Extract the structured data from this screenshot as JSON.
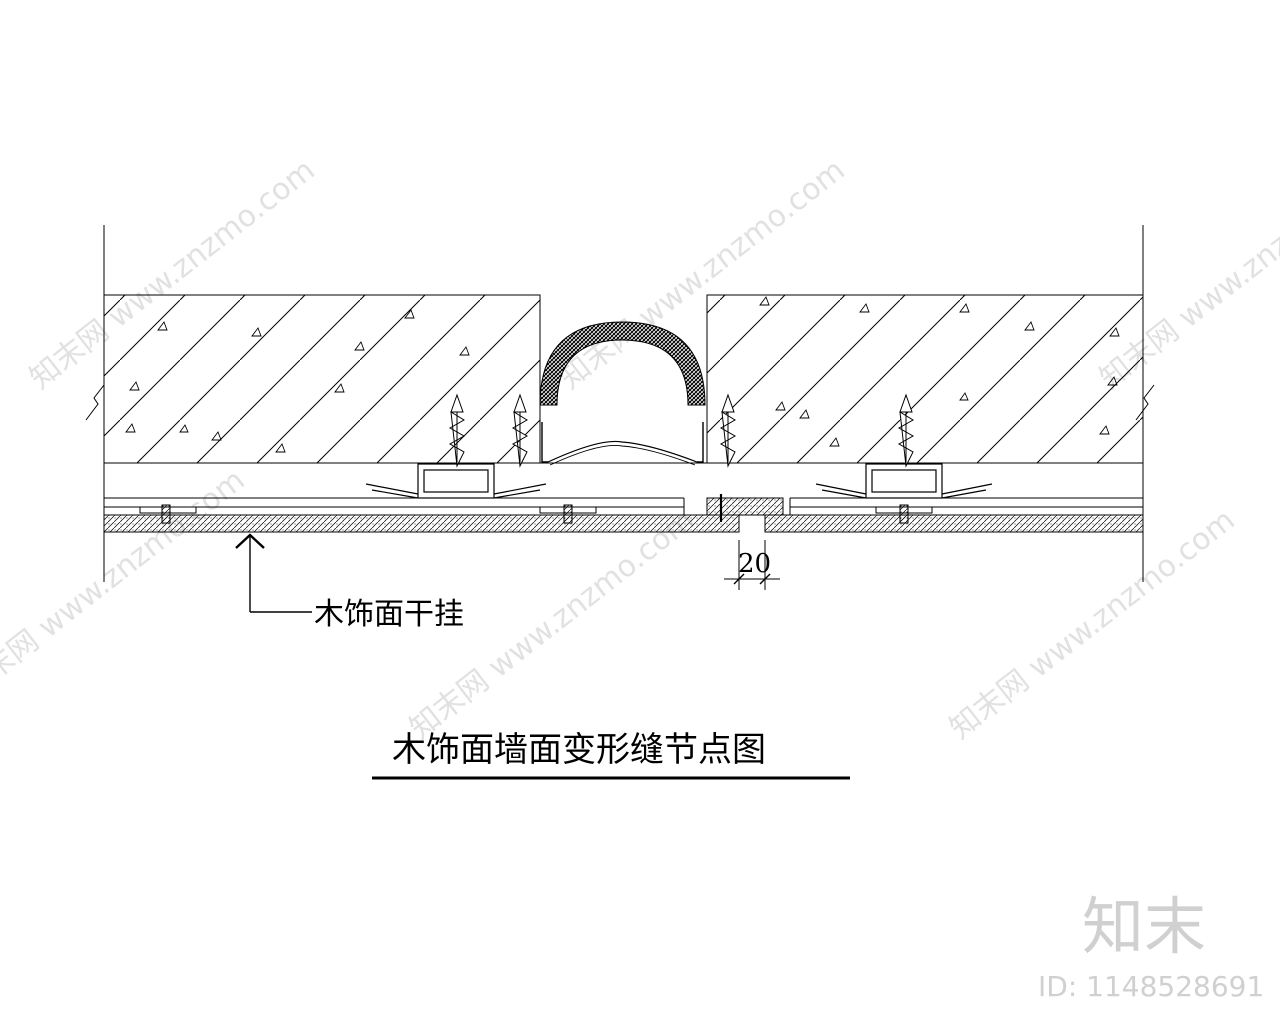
{
  "drawing": {
    "title": "木饰面墙面变形缝节点图",
    "callout_label": "木饰面干挂",
    "dimension_label": "20"
  },
  "watermark": {
    "diagonal_text": "知末网 www.znzmo.com",
    "brand": "知末",
    "id_text": "ID: 1148528691"
  }
}
